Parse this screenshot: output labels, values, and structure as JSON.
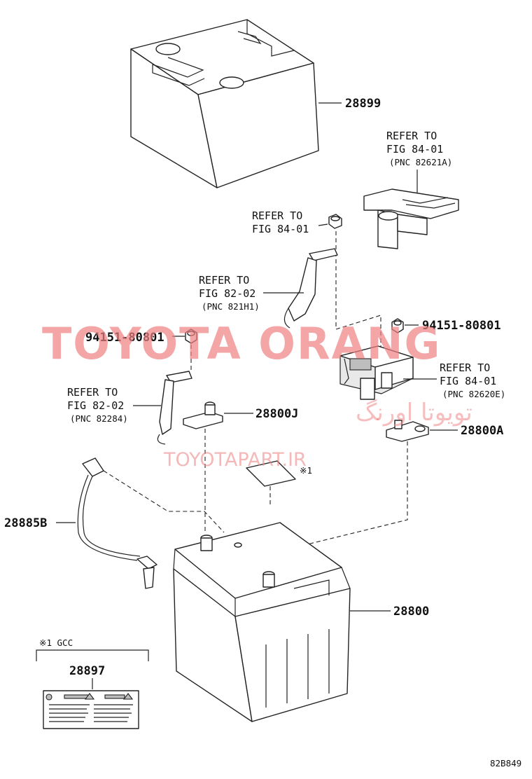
{
  "parts": {
    "cover": "28899",
    "battery": "28800",
    "terminal_clamp_a": "28800A",
    "terminal_clamp_j": "28800J",
    "vent_hose": "28885B",
    "caution_label": "28897",
    "nut_right": "94151-80801",
    "nut_left": "94151-80801"
  },
  "refs": {
    "top_right": {
      "line1": "REFER TO",
      "line2": "FIG 84-01",
      "pnc": "(PNC 82621A)"
    },
    "mid_nut": {
      "line1": "REFER TO",
      "line2": "FIG 84-01"
    },
    "cable": {
      "line1": "REFER TO",
      "line2": "FIG 82-02",
      "pnc": "(PNC 821H1)"
    },
    "fuse_block": {
      "line1": "REFER TO",
      "line2": "FIG 84-01",
      "pnc": "(PNC 82620E)"
    },
    "left_cable": {
      "line1": "REFER TO",
      "line2": "FIG 82-02",
      "pnc": "(PNC 82284)"
    }
  },
  "notes": {
    "note_mark": "※1",
    "label_box_title": "※1 GCC"
  },
  "watermark": {
    "brand": "TOYOTA ORANG",
    "persian": "تویوتا اورنگ",
    "url": "TOYOTAPART.IR"
  },
  "figure_code": "82B849",
  "colors": {
    "watermark": "#f08080",
    "line": "#222222"
  }
}
